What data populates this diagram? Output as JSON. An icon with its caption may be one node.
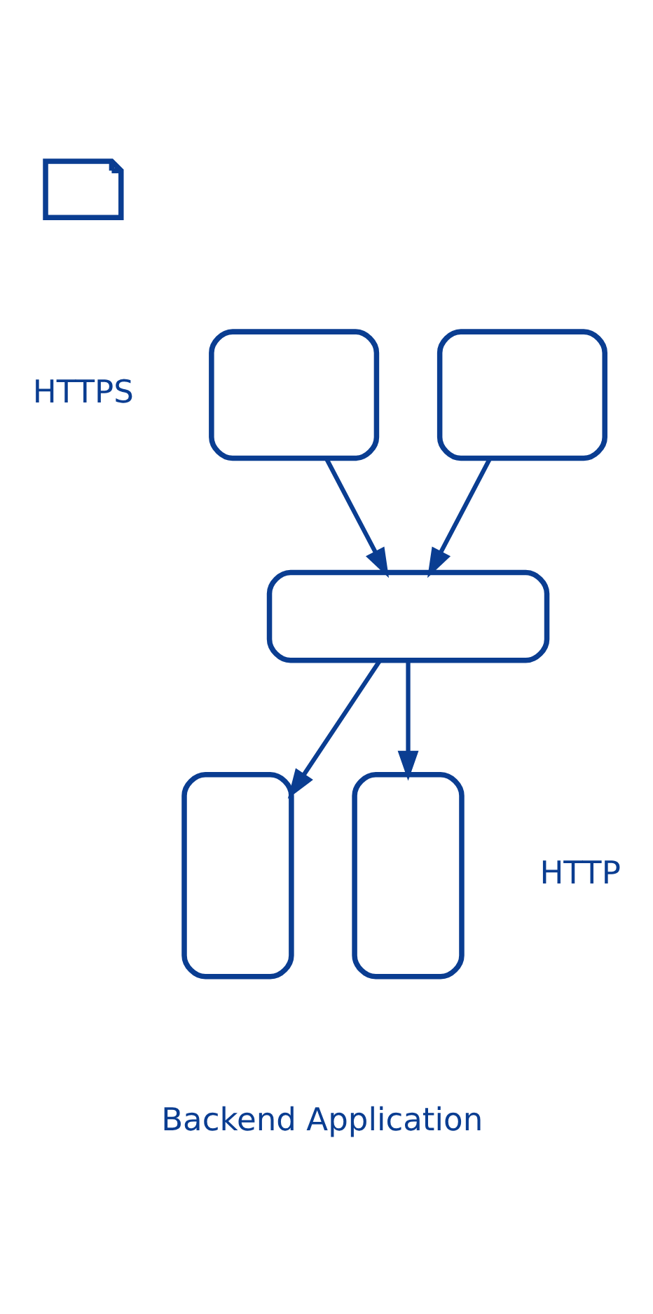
{
  "diagram": {
    "nodes": [
      {
        "text": [],
        "shape": "certificate"
      },
      {
        "text": [],
        "shape": "monitor"
      },
      {
        "text": [],
        "shape": "monitor"
      },
      {
        "text": [],
        "shape": "box"
      },
      {
        "text": [],
        "shape": "server"
      },
      {
        "text": [],
        "shape": "server"
      }
    ],
    "edges": [
      {
        "from": 1,
        "to": 3,
        "arrow": "to"
      },
      {
        "from": 2,
        "to": 3,
        "arrow": "to"
      },
      {
        "from": 3,
        "to": 4,
        "arrow": "to"
      },
      {
        "from": 3,
        "to": 5,
        "arrow": "to"
      }
    ],
    "labels": [
      "HTTPS",
      "HTTP",
      "Backend Application"
    ]
  }
}
